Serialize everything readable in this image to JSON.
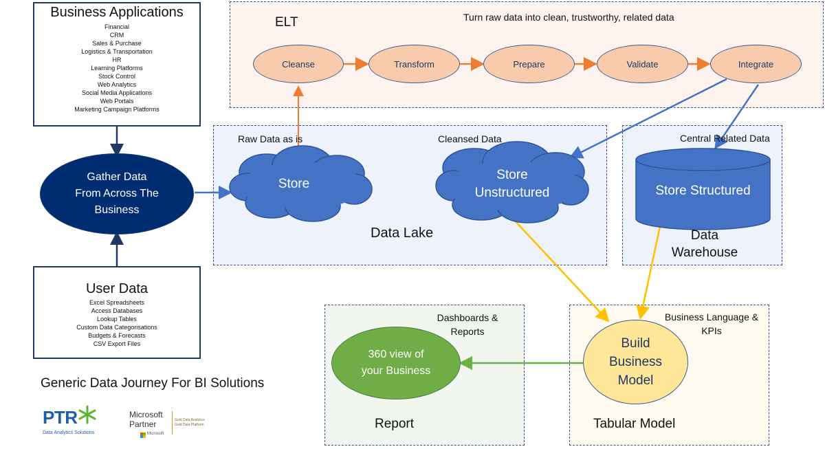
{
  "business_apps": {
    "title": "Business Applications",
    "items": [
      "Financial",
      "CRM",
      "Sales & Purchase",
      "Logistics & Transportation",
      "HR",
      "Learning Platforms",
      "Stock Control",
      "Web Analytics",
      "Social Media Applications",
      "Web Portals",
      "Marketing Campaign Platforms"
    ]
  },
  "user_data": {
    "title": "User Data",
    "items": [
      "Excel Spreadsheets",
      "Access Databases",
      "Lookup Tables",
      "Custom Data Categorisations",
      "Budgets & Forecasts",
      "CSV Export Files"
    ]
  },
  "gather": {
    "line1": "Gather Data",
    "line2": "From Across The",
    "line3": "Business"
  },
  "elt": {
    "title": "ELT",
    "subtitle": "Turn raw data into clean, trustworthy, related data",
    "steps": [
      "Cleanse",
      "Transform",
      "Prepare",
      "Validate",
      "Integrate"
    ]
  },
  "data_lake": {
    "title": "Data Lake",
    "raw_label": "Raw Data as is",
    "cleansed_label": "Cleansed Data",
    "store": "Store",
    "store_unstructured_1": "Store",
    "store_unstructured_2": "Unstructured"
  },
  "warehouse": {
    "title_1": "Data",
    "title_2": "Warehouse",
    "label": "Central Related Data",
    "store_structured": "Store Structured"
  },
  "report": {
    "title": "Report",
    "label_1": "Dashboards &",
    "label_2": "Reports",
    "node_1": "360 view of",
    "node_2": "your Business"
  },
  "tabular": {
    "title": "Tabular Model",
    "label_1": "Business Language &",
    "label_2": "KPIs",
    "node_1": "Build",
    "node_2": "Business",
    "node_3": "Model"
  },
  "footer": {
    "caption": "Generic Data Journey For BI Solutions",
    "ptr_logo": "PTR",
    "ptr_tagline": "Data Analytics Solutions",
    "ms_line1": "Microsoft",
    "ms_line2": "Partner",
    "ms_small": "Microsoft",
    "ms_gold1": "Gold Data Analytics",
    "ms_gold2": "Gold Data Platform"
  },
  "colors": {
    "dark_navy": "#002d72",
    "blue": "#4472c4",
    "peach": "#f8cbad",
    "green": "#70ad47",
    "yellow": "#ffe699",
    "orange_arrow": "#ed7d31",
    "gold_arrow": "#ffc000"
  }
}
